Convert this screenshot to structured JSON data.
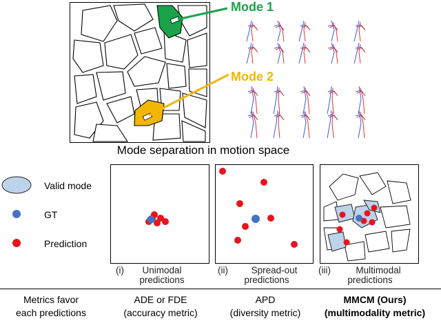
{
  "mode1_label": "Mode 1",
  "mode2_label": "Mode 2",
  "motion_space_caption": "Mode separation in motion space",
  "legend": {
    "valid_mode": "Valid mode",
    "gt": "GT",
    "prediction": "Prediction"
  },
  "panels": [
    {
      "index": "(i)",
      "line1": "Unimodal",
      "line2": "predictions"
    },
    {
      "index": "(ii)",
      "line1": "Spread-out",
      "line2": "predictions"
    },
    {
      "index": "(iii)",
      "line1": "Multimodal",
      "line2": "predictions"
    }
  ],
  "metrics": {
    "row_label_1": "Metrics favor",
    "row_label_2": "each predictions",
    "col1_line1": "ADE or FDE",
    "col1_line2": "(accuracy metric)",
    "col2_line1": "APD",
    "col2_line2": "(diversity metric)",
    "col3_line1": "MMCM (Ours)",
    "col3_line2": "(multimodality metric)"
  },
  "colors": {
    "mode1": "#1aa34a",
    "mode2": "#f2b705",
    "gt": "#4472c4",
    "prediction": "#e8141c",
    "valid_mode_fill": "#bcd3ea"
  }
}
